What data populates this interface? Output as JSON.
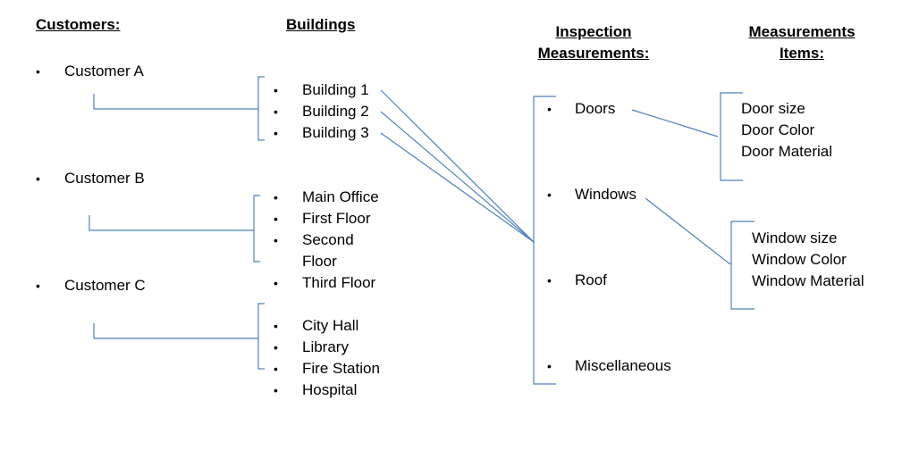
{
  "headers": {
    "customers": "Customers:",
    "buildings": "Buildings",
    "inspection_line1": "Inspection",
    "inspection_line2": "Measurements:",
    "items_line1": "Measurements",
    "items_line2": "Items:"
  },
  "bullet_glyph": "•",
  "customers": [
    "Customer A",
    "Customer B",
    "Customer C"
  ],
  "buildings": {
    "customer_a": [
      "Building 1",
      "Building 2",
      "Building 3"
    ],
    "customer_b": [
      "Main Office",
      "First Floor",
      "Second",
      "Floor",
      "Third Floor"
    ],
    "customer_c": [
      "City Hall",
      "Library",
      "Fire Station",
      "Hospital"
    ]
  },
  "inspection_measurements": [
    "Doors",
    "Windows",
    "Roof",
    "Miscellaneous"
  ],
  "measurement_items": {
    "doors": [
      "Door size",
      "Door Color",
      "Door Material"
    ],
    "windows": [
      "Window size",
      "Window Color",
      "Window Material"
    ]
  },
  "line_color": "#4f81bd"
}
